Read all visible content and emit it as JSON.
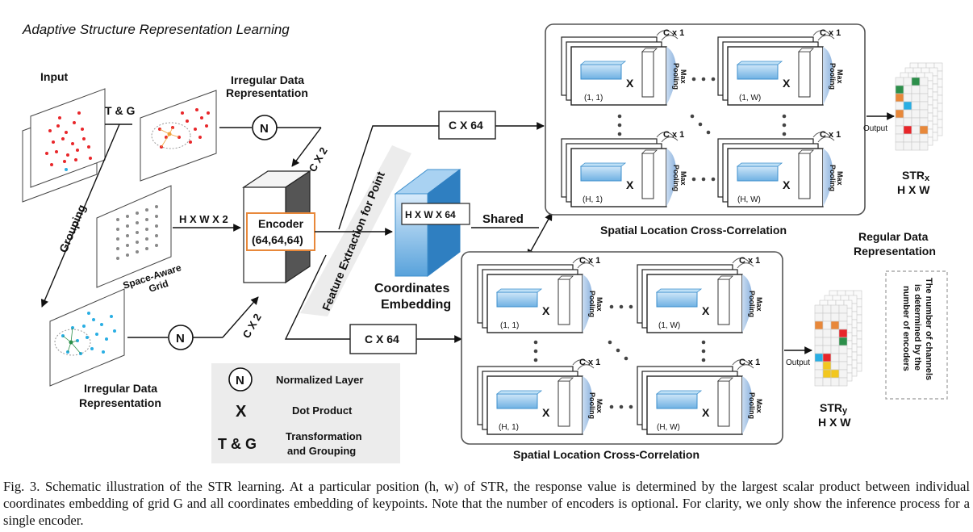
{
  "title": "Adaptive Structure Representation Learning",
  "labels": {
    "input": "Input",
    "tg": "T & G",
    "irregular_top_1": "Irregular Data",
    "irregular_top_2": "Representation",
    "irregular_bot_1": "Irregular Data",
    "irregular_bot_2": "Representation",
    "grouping": "Grouping",
    "space_aware_1": "Space-Aware",
    "space_aware_2": "Grid",
    "n": "N",
    "cx2_top": "C X 2",
    "cx2_bot": "C X 2",
    "hxwx2": "H X W X 2",
    "encoder_1": "Encoder",
    "encoder_2": "(64,64,64)",
    "feature_extraction": "Feature Extraction for Point",
    "hxwx64": "H X W X 64",
    "shared": "Shared",
    "coord_1": "Coordinates",
    "coord_2": "Embedding",
    "cx64": "C X 64",
    "x": "X",
    "cx1": "C x 1",
    "max": "Max",
    "pooling": "Pooling",
    "p11": "(1, 1)",
    "p1w": "(1, W)",
    "ph1": "(H, 1)",
    "phw": "(H, W)",
    "slcc": "Spatial Location Cross-Correlation",
    "output": "Output",
    "strx_main": "STR",
    "strx_sub": "x",
    "stry_main": "STR",
    "stry_sub": "y",
    "hxw": "H X W",
    "regular_1": "Regular Data",
    "regular_2": "Representation",
    "note_1": "The number of channels",
    "note_2": "is determined by the",
    "note_3": "number of encoders"
  },
  "legend": {
    "n_symbol": "N",
    "n_text": "Normalized Layer",
    "x_symbol": "X",
    "x_text": "Dot Product",
    "tg_symbol": "T & G",
    "tg_text_1": "Transformation",
    "tg_text_2": "and Grouping"
  },
  "caption": "Fig. 3.   Schematic illustration of the STR learning. At a particular position (h, w) of STR, the response value is determined by the largest scalar product between individual coordinates embedding of grid G and all coordinates embedding of keypoints. Note that the number of encoders is optional. For clarity, we only show the inference process for a single encoder.",
  "colors": {
    "red_points": "#e8262a",
    "blue_points": "#29aee3",
    "encoder_border": "#e8883a",
    "embedding_blue": "#5fa6dc",
    "pool_blue": "#a7c4e5",
    "legend_bg": "#ececec"
  }
}
